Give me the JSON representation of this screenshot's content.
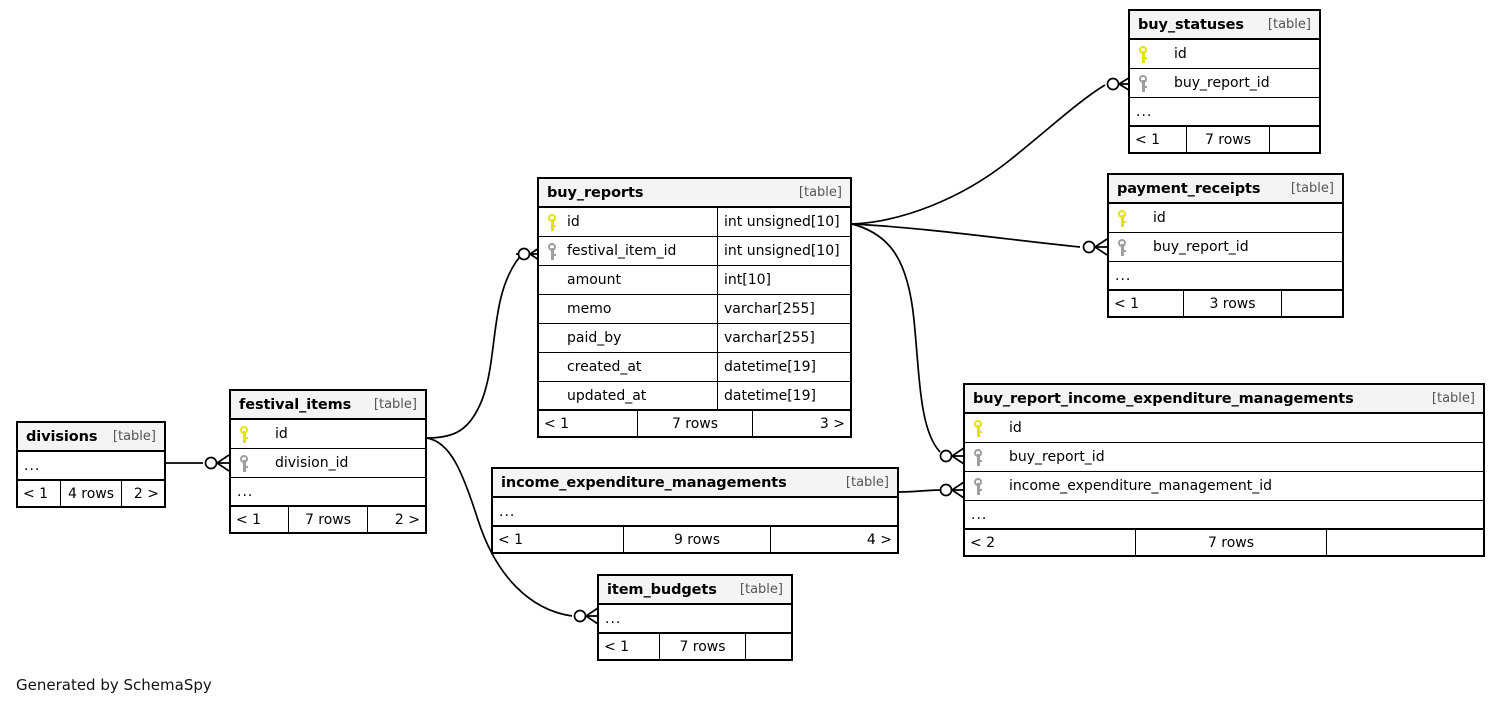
{
  "caption": "Generated by SchemaSpy",
  "table_tag": "[table]",
  "ellipsis": "...",
  "tables": {
    "buy_statuses": {
      "name": "buy_statuses",
      "columns": [
        {
          "name": "id",
          "key": "pk"
        },
        {
          "name": "buy_report_id",
          "key": "fk"
        }
      ],
      "footer": {
        "left": "< 1",
        "middle": "7 rows",
        "right": ""
      }
    },
    "payment_receipts": {
      "name": "payment_receipts",
      "columns": [
        {
          "name": "id",
          "key": "pk"
        },
        {
          "name": "buy_report_id",
          "key": "fk"
        }
      ],
      "footer": {
        "left": "< 1",
        "middle": "3 rows",
        "right": ""
      }
    },
    "buy_reports": {
      "name": "buy_reports",
      "columns": [
        {
          "name": "id",
          "key": "pk",
          "type": "int unsigned[10]"
        },
        {
          "name": "festival_item_id",
          "key": "fk",
          "type": "int unsigned[10]"
        },
        {
          "name": "amount",
          "key": "",
          "type": "int[10]"
        },
        {
          "name": "memo",
          "key": "",
          "type": "varchar[255]"
        },
        {
          "name": "paid_by",
          "key": "",
          "type": "varchar[255]"
        },
        {
          "name": "created_at",
          "key": "",
          "type": "datetime[19]"
        },
        {
          "name": "updated_at",
          "key": "",
          "type": "datetime[19]"
        }
      ],
      "footer": {
        "left": "< 1",
        "middle": "7 rows",
        "right": "3 >"
      }
    },
    "buy_report_income_expenditure_managements": {
      "name": "buy_report_income_expenditure_managements",
      "columns": [
        {
          "name": "id",
          "key": "pk"
        },
        {
          "name": "buy_report_id",
          "key": "fk"
        },
        {
          "name": "income_expenditure_management_id",
          "key": "fk"
        }
      ],
      "footer": {
        "left": "< 2",
        "middle": "7 rows",
        "right": ""
      }
    },
    "festival_items": {
      "name": "festival_items",
      "columns": [
        {
          "name": "id",
          "key": "pk"
        },
        {
          "name": "division_id",
          "key": "fk"
        }
      ],
      "footer": {
        "left": "< 1",
        "middle": "7 rows",
        "right": "2 >"
      }
    },
    "divisions": {
      "name": "divisions",
      "columns": [],
      "footer": {
        "left": "< 1",
        "middle": "4 rows",
        "right": "2 >"
      }
    },
    "income_expenditure_managements": {
      "name": "income_expenditure_managements",
      "columns": [],
      "footer": {
        "left": "< 1",
        "middle": "9 rows",
        "right": "4 >"
      }
    },
    "item_budgets": {
      "name": "item_budgets",
      "columns": [],
      "footer": {
        "left": "< 1",
        "middle": "7 rows",
        "right": ""
      }
    }
  },
  "relationships": [
    {
      "from": "buy_reports.id",
      "to": "buy_statuses.buy_report_id"
    },
    {
      "from": "buy_reports.id",
      "to": "payment_receipts.buy_report_id"
    },
    {
      "from": "buy_reports.id",
      "to": "buy_report_income_expenditure_managements.buy_report_id"
    },
    {
      "from": "festival_items.id",
      "to": "buy_reports.festival_item_id"
    },
    {
      "from": "festival_items.id",
      "to": "item_budgets"
    },
    {
      "from": "divisions",
      "to": "festival_items.division_id"
    },
    {
      "from": "income_expenditure_managements",
      "to": "buy_report_income_expenditure_managements.income_expenditure_management_id"
    }
  ],
  "colors": {
    "pk_key": "#e3e300",
    "fk_key": "#9e9e9e",
    "header_bg": "#f4f4f4",
    "border": "#000000"
  }
}
